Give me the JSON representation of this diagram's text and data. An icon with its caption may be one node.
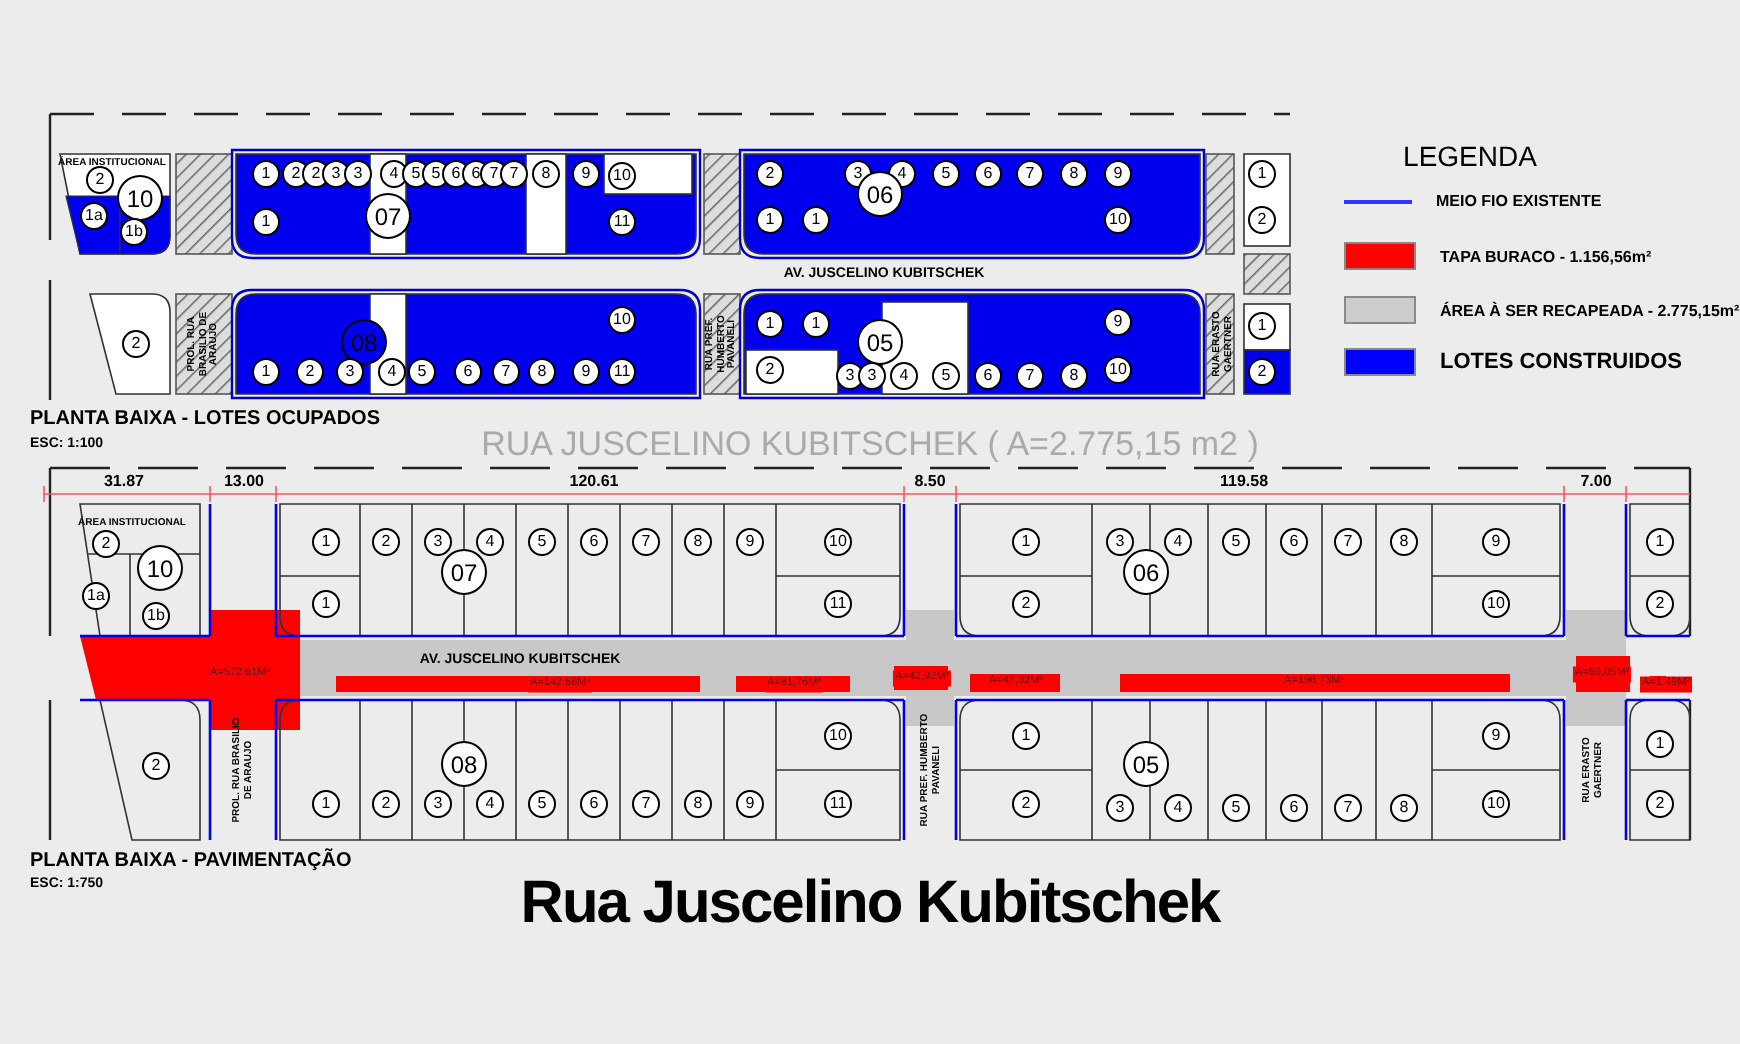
{
  "diagram": {
    "title": "Rua Juscelino Kubitschek",
    "labels": [
      "ÁREA INSTITUCIONAL",
      "2",
      "10",
      "1a",
      "1b",
      "1",
      "2",
      "2",
      "3",
      "3",
      "4",
      "5",
      "5",
      "6",
      "6",
      "7",
      "7",
      "8",
      "9",
      "10",
      "07",
      "1",
      "11",
      "2",
      "3",
      "4",
      "5",
      "6",
      "7",
      "8",
      "9",
      "06",
      "1",
      "1",
      "10",
      "1",
      "2",
      "AV. JUSCELINO KUBITSCHEK",
      "2",
      "PROL. RUA BRASILIO DE ARAUJO",
      "10",
      "08",
      "1",
      "2",
      "3",
      "4",
      "5",
      "6",
      "7",
      "8",
      "9",
      "11",
      "RUA PREF. HUMBERTO PAVANELI",
      "1",
      "1",
      "05",
      "9",
      "2",
      "3",
      "3",
      "4",
      "5",
      "6",
      "7",
      "8",
      "10",
      "RUA ERASTO GAERTNER",
      "1",
      "2",
      "PLANTA BAIXA - LOTES OCUPADOS",
      "ESC: 1:100",
      "RUA JUSCELINO KUBITSCHEK ( A=2.775,15 m2 )",
      "LEGENDA",
      "31.87",
      "13.00",
      "120.61",
      "8.50",
      "119.58",
      "7.00",
      "ÁREA INSTITUCIONAL",
      "2",
      "10",
      "1a",
      "1b",
      "1",
      "2",
      "3",
      "4",
      "5",
      "6",
      "7",
      "8",
      "9",
      "10",
      "07",
      "1",
      "11",
      "1",
      "3",
      "4",
      "5",
      "6",
      "7",
      "8",
      "9",
      "06",
      "2",
      "10",
      "1",
      "2",
      "AV. JUSCELINO KUBITSCHEK",
      "A=572,61M²",
      "A=142,68M²",
      "A=81,76M²",
      "A=42,92M²",
      "A=47,32M²",
      "A=196,73M²",
      "A=69,05M²",
      "A=1,49M²",
      "2",
      "PROL. RUA BRASILIO DE ARAUJO",
      "10",
      "08",
      "1",
      "2",
      "3",
      "4",
      "5",
      "6",
      "7",
      "8",
      "9",
      "11",
      "RUA PREF. HUMBERTO PAVANELI",
      "1",
      "9",
      "05",
      "2",
      "3",
      "4",
      "5",
      "6",
      "7",
      "8",
      "10",
      "RUA ERASTO GAERTNER",
      "1",
      "2",
      "PLANTA BAIXA - PAVIMENTAÇÃO",
      "ESC: 1:750"
    ],
    "legend": [
      {
        "text": "MEIO FIO EXISTENTE"
      },
      {
        "text": "TAPA BURACO - 1.156,56m²",
        "color": "#ff0000"
      },
      {
        "text": "ÁREA À SER RECAPEADA - 2.775,15m²",
        "color": "#cccccc"
      },
      {
        "text": "LOTES CONSTRUIDOS",
        "color": "#0000ff"
      }
    ]
  }
}
